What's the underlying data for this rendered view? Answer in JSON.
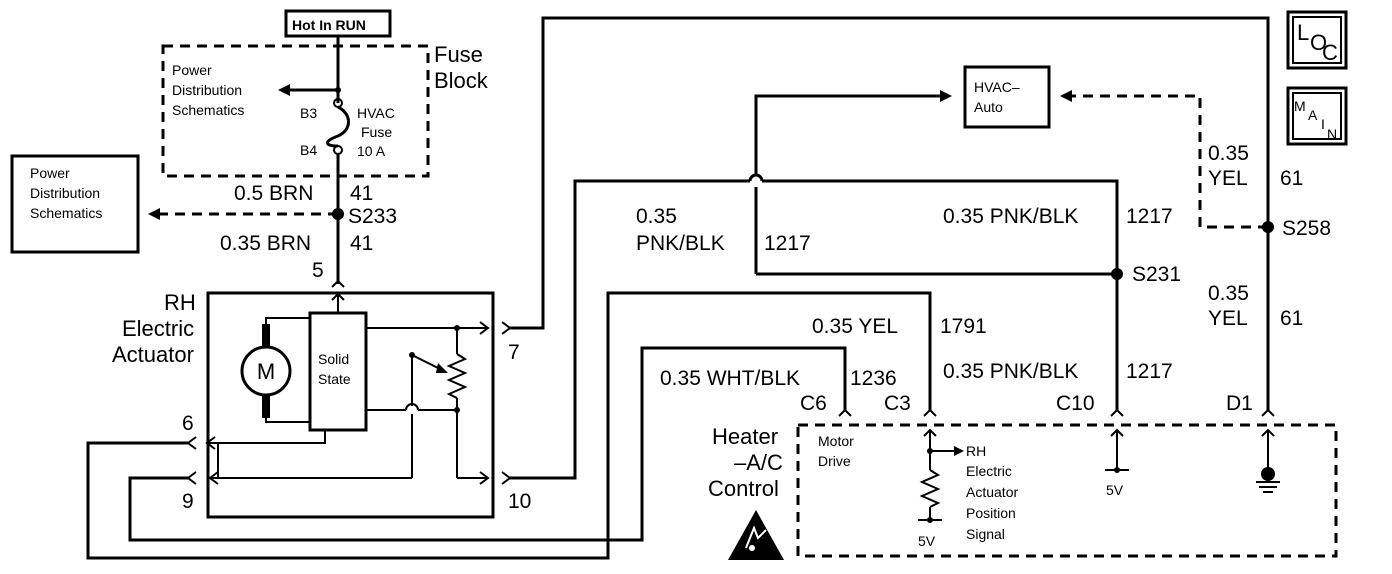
{
  "fuse_block": {
    "hot_label": "Hot In RUN",
    "title_line1": "Fuse",
    "title_line2": "Block",
    "pdist_line1": "Power",
    "pdist_line2": "Distribution",
    "pdist_line3": "Schematics",
    "pin_b3": "B3",
    "pin_b4": "B4",
    "fuse_line1": "HVAC",
    "fuse_line2": "Fuse",
    "fuse_line3": "10 A"
  },
  "power_dist_box": {
    "line1": "Power",
    "line2": "Distribution",
    "line3": "Schematics"
  },
  "wires": {
    "w_05brn": "0.5 BRN",
    "w_05brn_ckt": "41",
    "splice_s233": "S233",
    "w_035brn": "0.35 BRN",
    "w_035brn_ckt": "41",
    "pnk_left_gauge": "0.35",
    "pnk_left_color": "PNK/BLK",
    "pnk_left_ckt": "1217",
    "pnk_top": "0.35 PNK/BLK",
    "pnk_top_ckt": "1217",
    "splice_s231": "S231",
    "yel_1791": "0.35 YEL",
    "yel_1791_ckt": "1791",
    "pnk_c10": "0.35 PNK/BLK",
    "pnk_c10_ckt": "1217",
    "wht_blk": "0.35 WHT/BLK",
    "wht_blk_ckt": "1236",
    "yel_upper_gauge": "0.35",
    "yel_upper_color": "YEL",
    "yel_upper_ckt": "61",
    "splice_s258": "S258",
    "yel_lower_gauge": "0.35",
    "yel_lower_color": "YEL",
    "yel_lower_ckt": "61"
  },
  "actuator": {
    "title_line1": "RH",
    "title_line2": "Electric",
    "title_line3": "Actuator",
    "motor": "M",
    "solid_line1": "Solid",
    "solid_line2": "State",
    "pin_5": "5",
    "pin_6": "6",
    "pin_7": "7",
    "pin_9": "9",
    "pin_10": "10"
  },
  "hvac_auto": {
    "line1": "HVAC–",
    "line2": "Auto"
  },
  "control": {
    "title_line1": "Heater",
    "title_line2": "–A/C",
    "title_line3": "Control",
    "pin_c6": "C6",
    "pin_c3": "C3",
    "pin_c10": "C10",
    "pin_d1": "D1",
    "motor_line1": "Motor",
    "motor_line2": "Drive",
    "sig_line1": "RH",
    "sig_line2": "Electric",
    "sig_line3": "Actuator",
    "sig_line4": "Position",
    "sig_line5": "Signal",
    "ref_5v_a": "5V",
    "ref_5v_b": "5V"
  },
  "loc_icon": {
    "L": "L",
    "O": "O",
    "C": "C"
  },
  "main_icon": {
    "M": "M",
    "A": "A",
    "I": "I",
    "N": "N"
  },
  "icons": [
    "esd-warning-icon",
    "ground-icon",
    "motor-icon",
    "fuse-icon",
    "resistor-icon",
    "potentiometer-icon"
  ]
}
